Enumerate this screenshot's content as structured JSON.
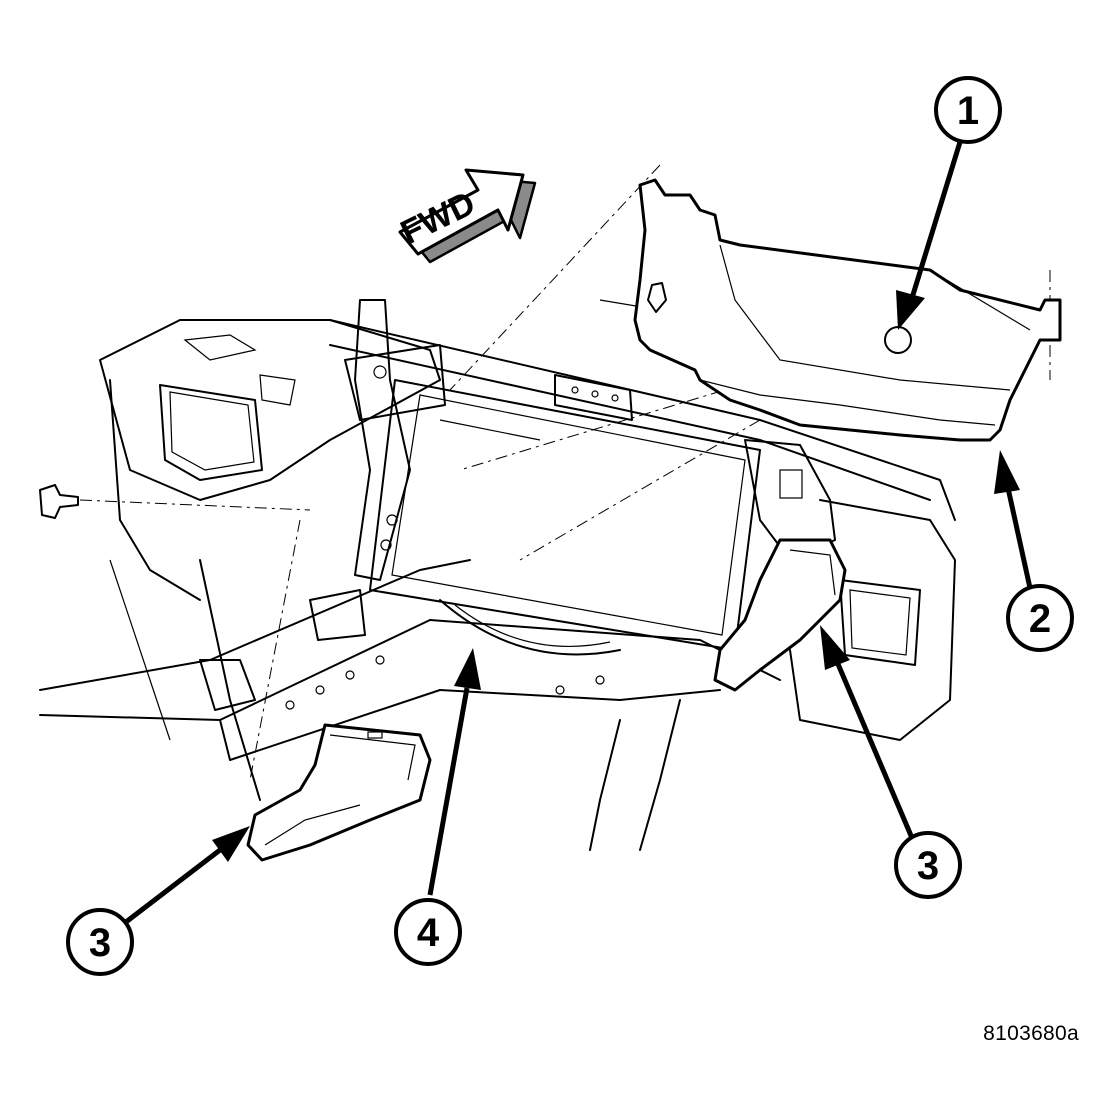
{
  "direction_label": "FWD",
  "figure_id": "8103680a",
  "callouts": [
    {
      "id": "callout-1",
      "number": "1"
    },
    {
      "id": "callout-2",
      "number": "2"
    },
    {
      "id": "callout-3-right",
      "number": "3"
    },
    {
      "id": "callout-3-left",
      "number": "3"
    },
    {
      "id": "callout-4",
      "number": "4"
    }
  ]
}
